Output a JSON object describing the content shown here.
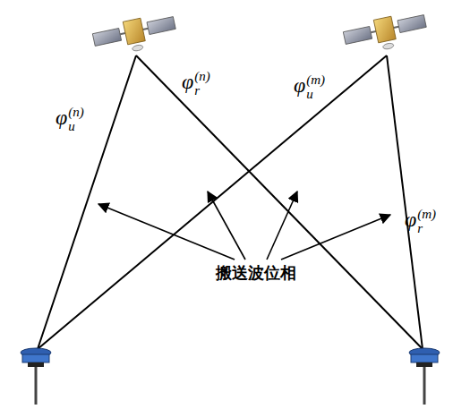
{
  "diagram": {
    "labels": [
      "φu(n)",
      "φr(n)",
      "φu(m)",
      "φr(m)",
      "搬送波位相"
    ]
  }
}
